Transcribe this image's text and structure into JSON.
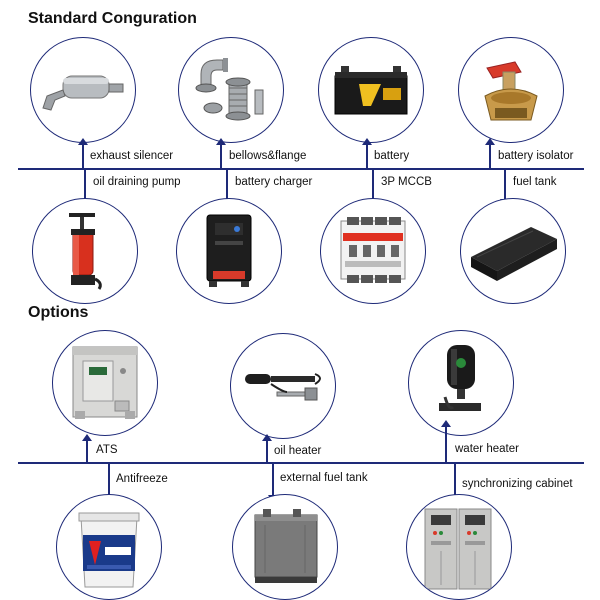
{
  "sections": {
    "standard": {
      "title": "Standard Conguration",
      "top_items": [
        {
          "label": "exhaust silencer",
          "icon": "exhaust-silencer-icon"
        },
        {
          "label": "bellows&flange",
          "icon": "bellows-flange-icon"
        },
        {
          "label": "battery",
          "icon": "battery-icon"
        },
        {
          "label": "battery isolator",
          "icon": "battery-isolator-icon"
        }
      ],
      "bottom_items": [
        {
          "label": "oil draining pump",
          "icon": "oil-draining-pump-icon"
        },
        {
          "label": "battery charger",
          "icon": "battery-charger-icon"
        },
        {
          "label": "3P MCCB",
          "icon": "mccb-breaker-icon"
        },
        {
          "label": "fuel tank",
          "icon": "fuel-tank-icon"
        }
      ]
    },
    "options": {
      "title": "Options",
      "top_items": [
        {
          "label": "ATS",
          "icon": "ats-cabinet-icon"
        },
        {
          "label": "oil heater",
          "icon": "oil-heater-icon"
        },
        {
          "label": "water heater",
          "icon": "water-heater-icon"
        }
      ],
      "bottom_items": [
        {
          "label": "Antifreeze",
          "icon": "antifreeze-bucket-icon"
        },
        {
          "label": "external fuel tank",
          "icon": "external-fuel-tank-icon"
        },
        {
          "label": "synchronizing cabinet",
          "icon": "synchronizing-cabinet-icon"
        }
      ]
    }
  },
  "colors": {
    "line": "#1e2a78",
    "circle_border": "#1e2a78",
    "text": "#111111"
  }
}
